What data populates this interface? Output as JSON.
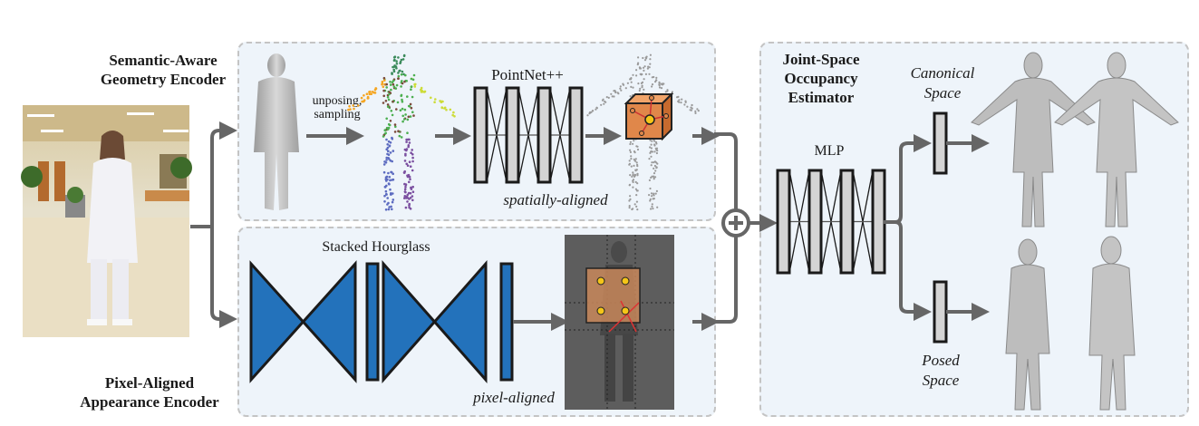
{
  "diagram": {
    "type": "architecture-pipeline",
    "input": {
      "name": "input-image",
      "description": "photo of person in white lab coat in hallway"
    },
    "encoders": [
      {
        "title_line1": "Semantic-Aware",
        "title_line2": "Geometry Encoder",
        "step_label_line1": "unposing,",
        "step_label_line2": "sampling",
        "network_label": "PointNet++",
        "alignment_label": "spatially-aligned"
      },
      {
        "title_line1": "Pixel-Aligned",
        "title_line2": "Appearance Encoder",
        "network_label": "Stacked Hourglass",
        "alignment_label": "pixel-aligned"
      }
    ],
    "fusion": {
      "operator": "⊕",
      "meaning": "concatenation / sum"
    },
    "estimator": {
      "title_line1": "Joint-Space",
      "title_line2": "Occupancy",
      "title_line3": "Estimator",
      "network_label": "MLP",
      "outputs": [
        {
          "label_line1": "Canonical",
          "label_line2": "Space"
        },
        {
          "label_line1": "Posed",
          "label_line2": "Space"
        }
      ]
    },
    "colors": {
      "panel_bg": "#eef4fa",
      "panel_border": "#c4c4c4",
      "arrow": "#666666",
      "hourglass_blue": "#2372bb",
      "layer_fill": "#d4d4d4",
      "layer_stroke": "#1a1a1a",
      "feature_cube": "#e0874a",
      "sample_point": "#f5c518"
    }
  }
}
